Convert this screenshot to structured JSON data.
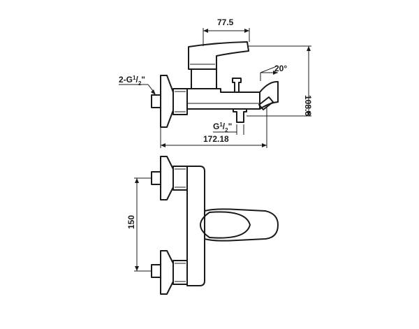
{
  "dimensions": {
    "handle_reach": "77.5",
    "height": "108.8",
    "spout_angle": "20°",
    "overall_length": "172.18",
    "inlet_spacing": "150"
  },
  "thread_labels": {
    "inlet_main": "2-G",
    "inlet_sup": "1",
    "inlet_sub": "2",
    "inlet_suffix": "\"",
    "outlet_main": "G",
    "outlet_sup": "1",
    "outlet_sub": "2",
    "outlet_suffix": "\""
  }
}
